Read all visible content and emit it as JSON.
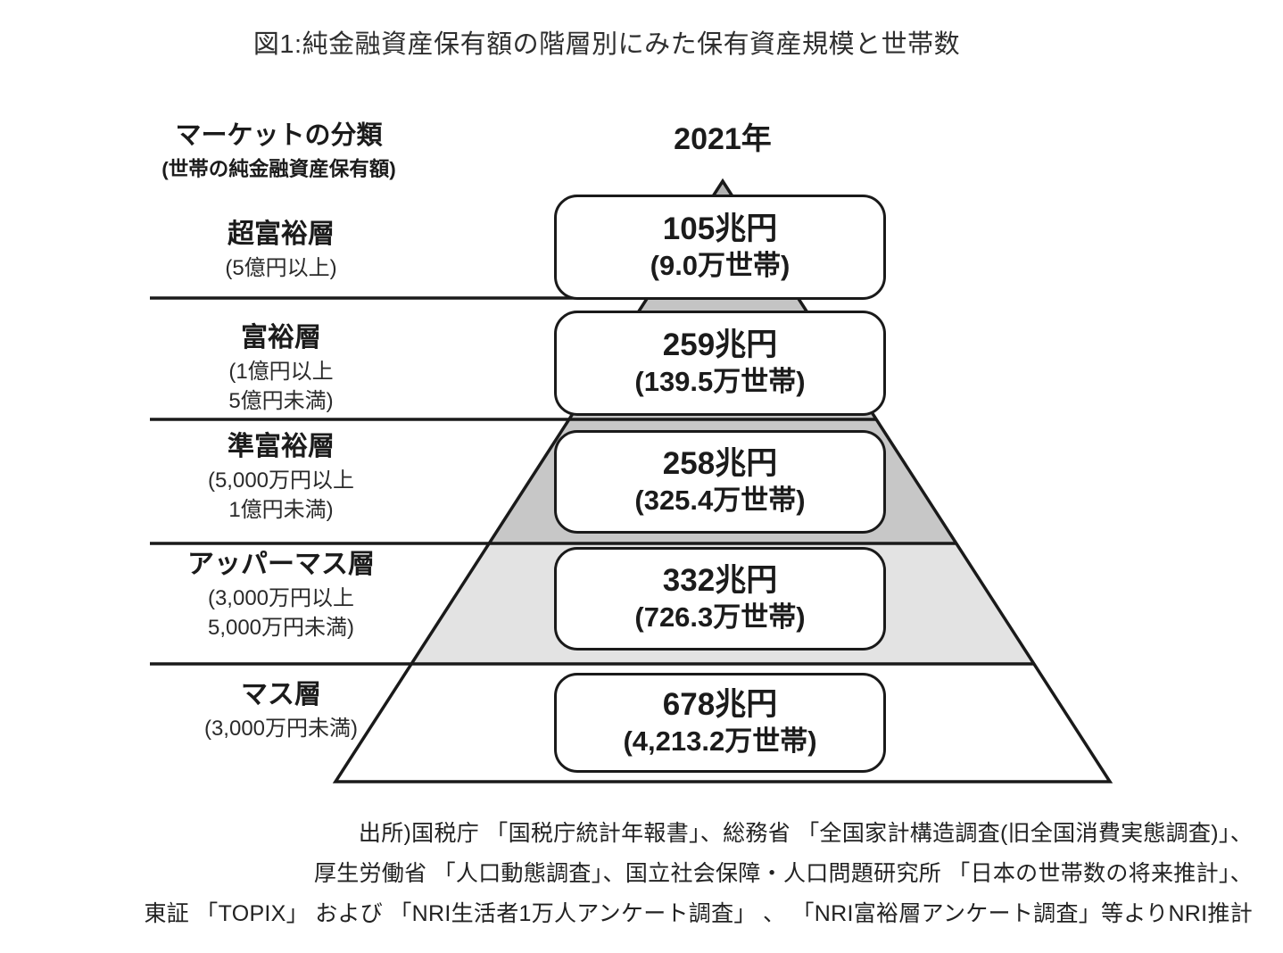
{
  "title": "図1:純金融資産保有額の階層別にみた保有資産規模と世帯数",
  "header": {
    "market_label": "マーケットの分類",
    "market_sublabel": "(世帯の純金融資産保有額)",
    "year": "2021年"
  },
  "chart_data": {
    "type": "pyramid",
    "title": "図1:純金融資産保有額の階層別にみた保有資産規模と世帯数",
    "year": "2021年",
    "units": {
      "assets": "兆円",
      "households": "万世帯"
    },
    "legend_position": "left",
    "tiers": [
      {
        "name": "超富裕層",
        "range1": "(5億円以上)",
        "assets_label": "105兆円",
        "households_label": "(9.0万世帯)",
        "assets_trillion_yen": 105,
        "households_10k": 9.0
      },
      {
        "name": "富裕層",
        "range1": "(1億円以上",
        "range2": "5億円未満)",
        "assets_label": "259兆円",
        "households_label": "(139.5万世帯)",
        "assets_trillion_yen": 259,
        "households_10k": 139.5
      },
      {
        "name": "準富裕層",
        "range1": "(5,000万円以上",
        "range2": "1億円未満)",
        "assets_label": "258兆円",
        "households_label": "(325.4万世帯)",
        "assets_trillion_yen": 258,
        "households_10k": 325.4
      },
      {
        "name": "アッパーマス層",
        "range1": "(3,000万円以上",
        "range2": "5,000万円未満)",
        "assets_label": "332兆円",
        "households_label": "(726.3万世帯)",
        "assets_trillion_yen": 332,
        "households_10k": 726.3
      },
      {
        "name": "マス層",
        "range1": "(3,000万円未満)",
        "assets_label": "678兆円",
        "households_label": "(4,213.2万世帯)",
        "assets_trillion_yen": 678,
        "households_10k": 4213.2
      }
    ],
    "tier_fill_colors": [
      "#b2b2b2",
      "#c4c4c4",
      "#c7c7c7",
      "#e3e3e3",
      "#ffffff"
    ],
    "outline_color": "#1a1a1a"
  },
  "source_lines": [
    "出所)国税庁 「国税庁統計年報書」、総務省 「全国家計構造調査(旧全国消費実態調査)」、",
    "厚生労働省 「人口動態調査」、国立社会保障・人口問題研究所 「日本の世帯数の将来推計」、",
    "東証 「TOPIX」 および 「NRI生活者1万人アンケート調査」 、 「NRI富裕層アンケート調査」等よりNRI推計"
  ]
}
